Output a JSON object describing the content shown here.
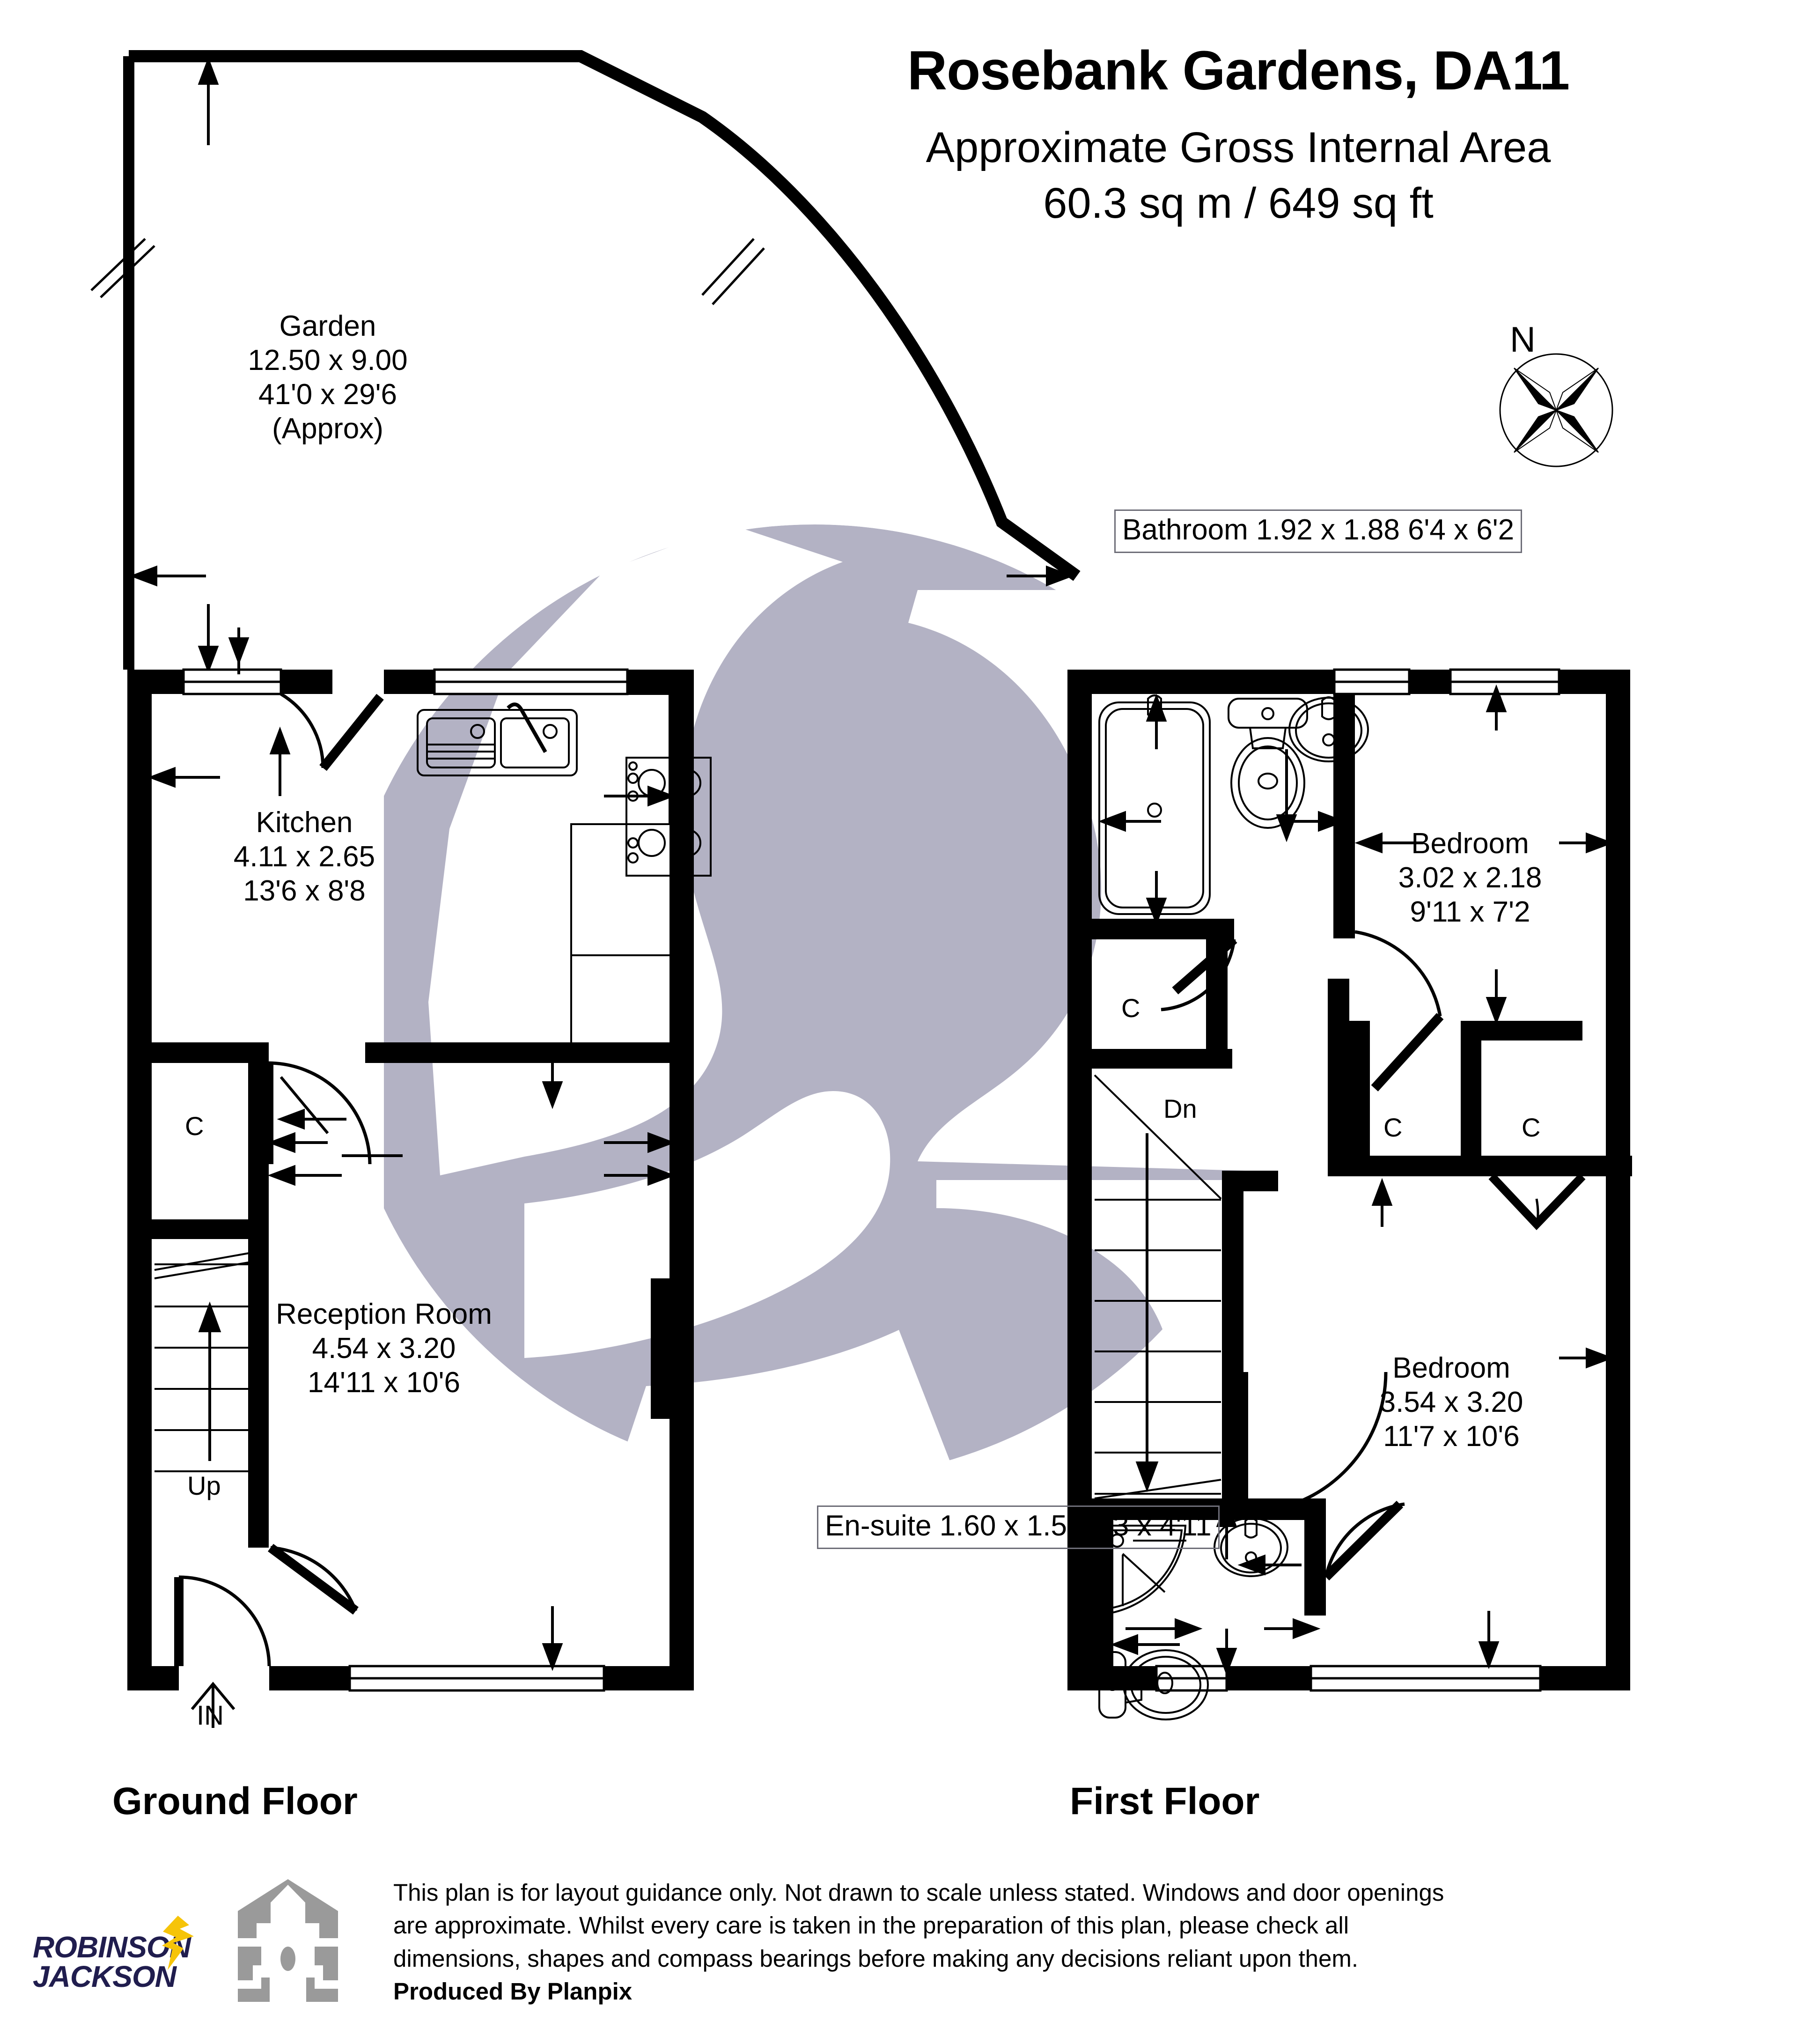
{
  "header": {
    "title": "Rosebank Gardens, DA11",
    "area_line_1": "Approximate Gross Internal Area",
    "area_line_2": "60.3 sq m / 649 sq ft"
  },
  "compass": {
    "north_label": "N",
    "icon": "compass-rose-4-point-star"
  },
  "floors": [
    {
      "key": "ground",
      "label": "Ground Floor"
    },
    {
      "key": "first",
      "label": "First Floor"
    }
  ],
  "rooms": {
    "garden": {
      "name": "Garden",
      "metric": "12.50 x 9.00",
      "imperial": "41'0 x 29'6",
      "extra": "(Approx)"
    },
    "kitchen": {
      "name": "Kitchen",
      "metric": "4.11 x 2.65",
      "imperial": "13'6 x 8'8"
    },
    "reception": {
      "name": "Reception Room",
      "metric": "4.54 x 3.20",
      "imperial": "14'11 x 10'6"
    },
    "bathroom": {
      "name": "Bathroom",
      "metric": "1.92 x 1.88",
      "imperial": "6'4 x 6'2"
    },
    "ensuite": {
      "name": "En-suite",
      "metric": "1.60 x 1.50",
      "imperial": "5'3 x 4'11"
    },
    "bedroom_1": {
      "name": "Bedroom",
      "metric": "3.02 x 2.18",
      "imperial": "9'11 x 7'2"
    },
    "bedroom_2": {
      "name": "Bedroom",
      "metric": "3.54 x 3.20",
      "imperial": "11'7 x 10'6"
    }
  },
  "markers": {
    "cupboard": "C",
    "stairs_up": "Up",
    "stairs_down": "Dn",
    "entrance": "IN"
  },
  "footer": {
    "line_1": "This plan is for layout guidance only. Not drawn to scale unless stated. Windows and door openings",
    "line_2": "are approximate. Whilst every care is taken in the preparation of this plan, please check all",
    "line_3": "dimensions, shapes and compass bearings before making any decisions reliant upon them.",
    "produced_by": "Produced By Planpix",
    "agent_name_line_1": "ROBINSON",
    "agent_name_line_2": "JACKSON"
  },
  "colors": {
    "wall": "#000000",
    "watermark": "#b3b2c4",
    "agent_navy": "#201d4e",
    "agent_yellow": "#f6c409",
    "house_icon_grey": "#9a9a9a",
    "label_box_border": "#6e6e78",
    "background": "#ffffff"
  }
}
